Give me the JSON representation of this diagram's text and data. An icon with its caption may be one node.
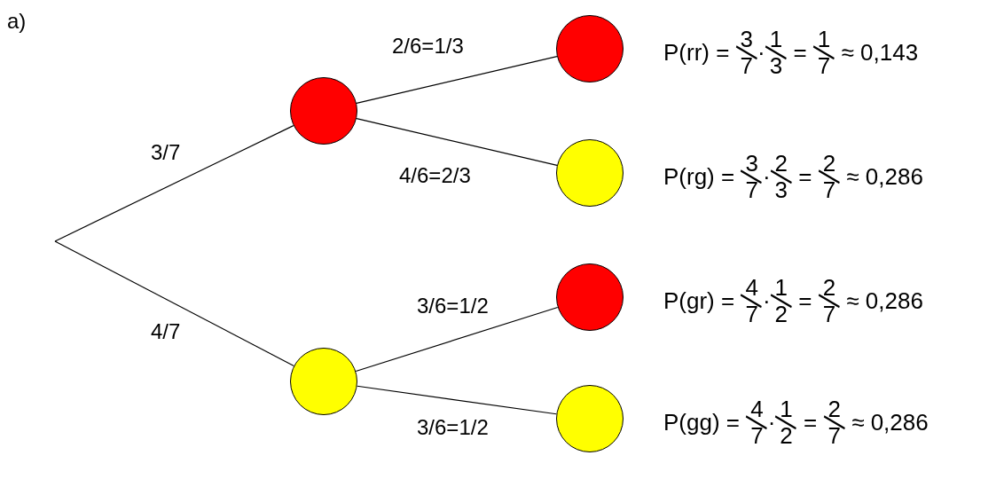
{
  "diagram": {
    "nodes": [
      {
        "text": [],
        "shape": "circle"
      },
      {
        "text": [],
        "shape": "circle"
      },
      {
        "text": [],
        "shape": "circle",
        "beside": [
          "P(rr) = 3/7·1/3 = 1/7 ≈ 0,143"
        ]
      },
      {
        "text": [],
        "shape": "circle",
        "beside": [
          "P(rg) = 3/7·2/3 = 2/7 ≈ 0,286"
        ]
      },
      {
        "text": [],
        "shape": "circle",
        "beside": [
          "P(gr) = 4/7·1/2 = 2/7 ≈ 0,286"
        ]
      },
      {
        "text": [],
        "shape": "circle",
        "beside": [
          "P(gg) = 4/7·1/2 = 2/7 ≈ 0,286"
        ]
      }
    ],
    "edges": [
      {
        "from": null,
        "to": 0,
        "arrow": "none",
        "label": "3/7"
      },
      {
        "from": null,
        "to": 1,
        "arrow": "none",
        "label": "4/7"
      },
      {
        "from": 0,
        "to": 2,
        "arrow": "none",
        "label": "2/6=1/3"
      },
      {
        "from": 0,
        "to": 3,
        "arrow": "none",
        "label": "4/6=2/3"
      },
      {
        "from": 1,
        "to": 4,
        "arrow": "none",
        "label": "3/6=1/2"
      },
      {
        "from": 1,
        "to": 5,
        "arrow": "none",
        "label": "3/6=1/2"
      }
    ],
    "labels": [
      "a)"
    ]
  }
}
